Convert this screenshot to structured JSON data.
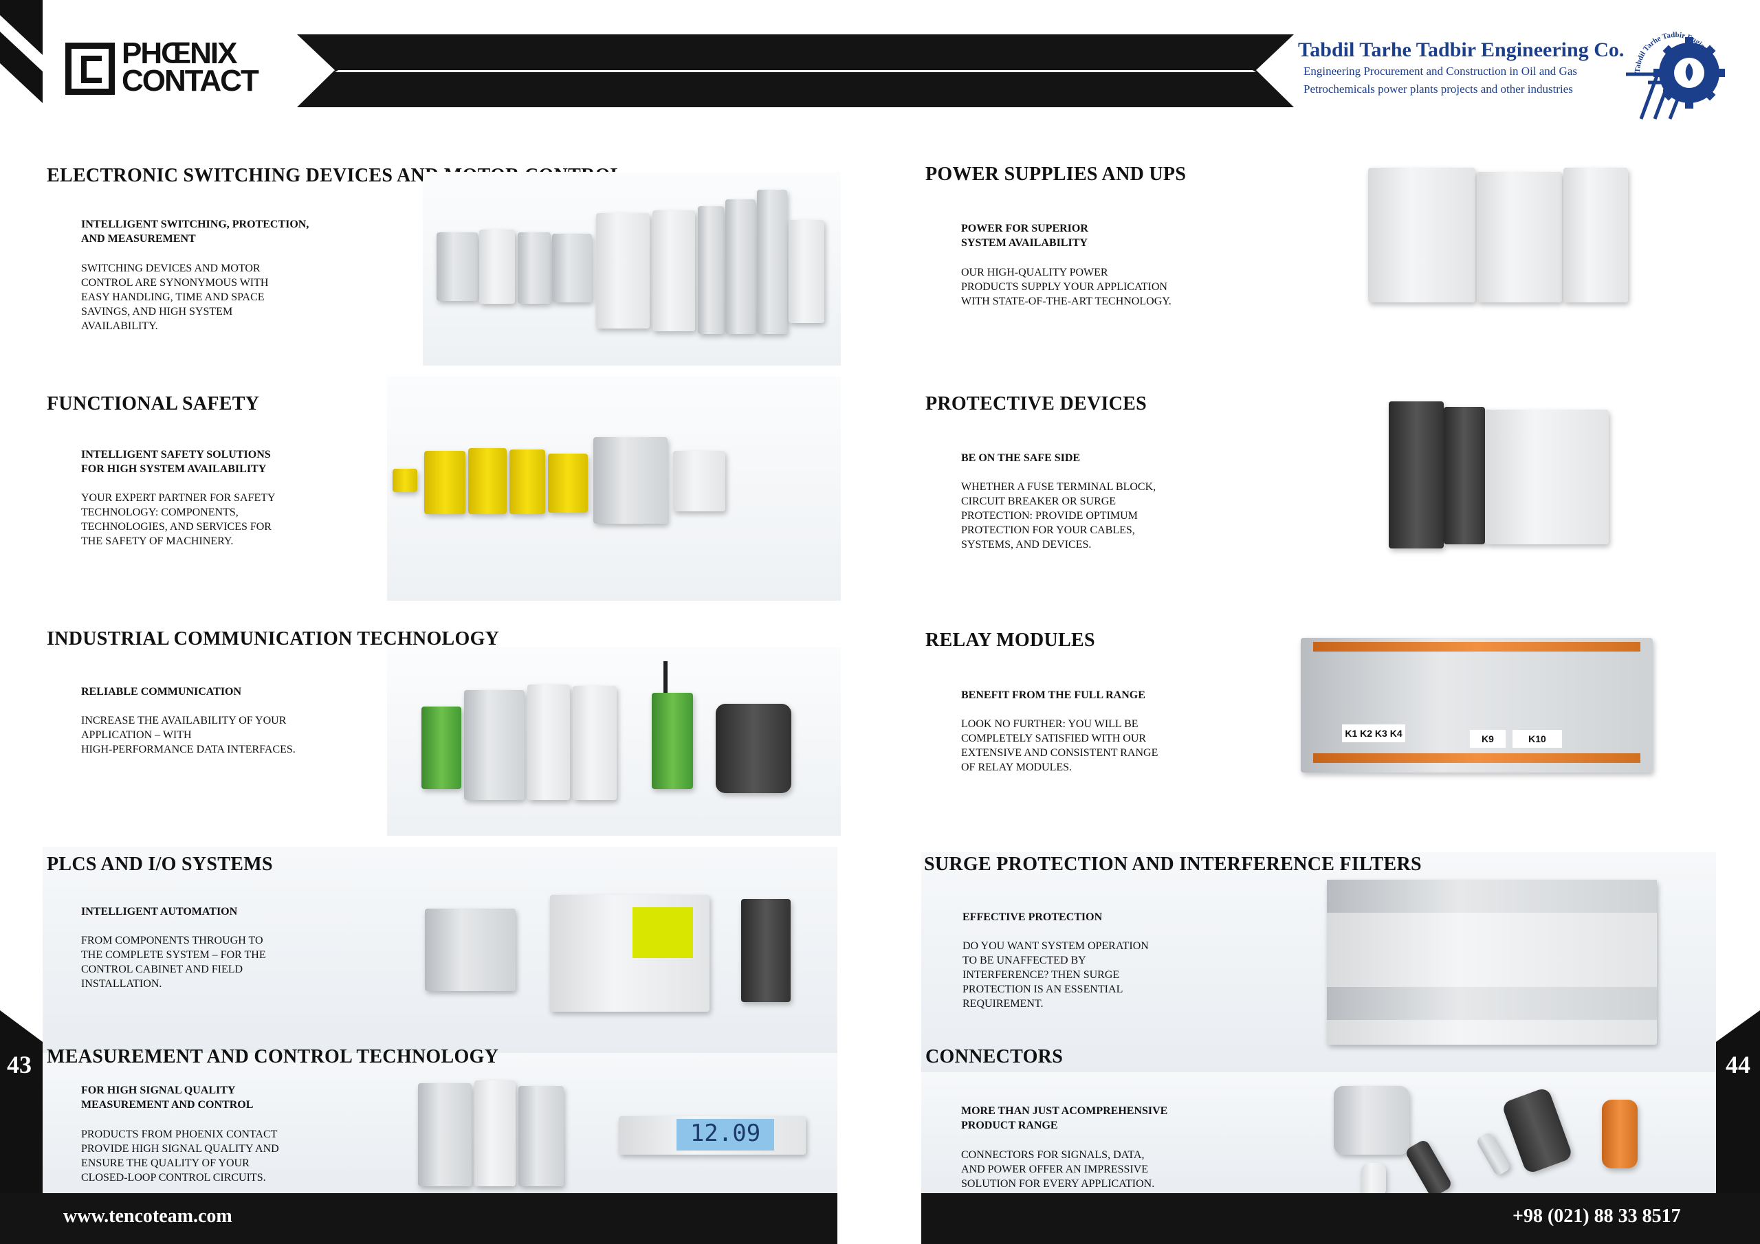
{
  "header": {
    "brand_line1": "PHŒNIX",
    "brand_line2": "CONTACT",
    "company_name": "Tabdil Tarhe Tadbir Engineering Co.",
    "company_line1": "Engineering Procurement and Construction in Oil and Gas",
    "company_line2": "Petrochemicals power plants projects and other industries",
    "emblem_ring_text": "Tabdil Tarhe Tadbir Engineering Co",
    "accent_color": "#1c3f8c"
  },
  "left_sections": [
    {
      "title": "ELECTRONIC SWITCHING DEVICES AND MOTOR CONTROL",
      "subtitle": "INTELLIGENT SWITCHING, PROTECTION,\nAND MEASUREMENT",
      "body": "SWITCHING DEVICES AND MOTOR\nCONTROL ARE SYNONYMOUS WITH\nEASY HANDLING, TIME AND SPACE\nSAVINGS, AND HIGH SYSTEM\nAVAILABILITY."
    },
    {
      "title": "FUNCTIONAL SAFETY",
      "subtitle": "INTELLIGENT SAFETY SOLUTIONS\nFOR HIGH SYSTEM AVAILABILITY",
      "body": "YOUR EXPERT PARTNER FOR SAFETY\nTECHNOLOGY: COMPONENTS,\nTECHNOLOGIES, AND SERVICES FOR\nTHE SAFETY OF MACHINERY."
    },
    {
      "title": "INDUSTRIAL COMMUNICATION TECHNOLOGY",
      "subtitle": "RELIABLE COMMUNICATION",
      "body": "INCREASE THE AVAILABILITY OF YOUR\nAPPLICATION – WITH\nHIGH-PERFORMANCE DATA INTERFACES."
    },
    {
      "title": "PLCS AND I/O SYSTEMS",
      "subtitle": "INTELLIGENT AUTOMATION",
      "body": "FROM COMPONENTS THROUGH TO\nTHE COMPLETE SYSTEM – FOR THE\nCONTROL CABINET AND FIELD\nINSTALLATION."
    },
    {
      "title": "MEASUREMENT AND CONTROL TECHNOLOGY",
      "subtitle": "FOR HIGH SIGNAL QUALITY\nMEASUREMENT AND CONTROL",
      "body": "PRODUCTS FROM PHOENIX CONTACT\nPROVIDE HIGH SIGNAL QUALITY AND\nENSURE THE QUALITY OF YOUR\nCLOSED-LOOP CONTROL CIRCUITS."
    }
  ],
  "right_sections": [
    {
      "title": "POWER SUPPLIES AND UPS",
      "subtitle": "POWER FOR SUPERIOR\nSYSTEM AVAILABILITY",
      "body": "OUR HIGH-QUALITY POWER\nPRODUCTS SUPPLY YOUR APPLICATION\nWITH STATE-OF-THE-ART TECHNOLOGY."
    },
    {
      "title": "PROTECTIVE DEVICES",
      "subtitle": "BE ON THE SAFE SIDE",
      "body": "WHETHER A FUSE TERMINAL BLOCK,\nCIRCUIT BREAKER OR SURGE\nPROTECTION: PROVIDE OPTIMUM\nPROTECTION FOR YOUR CABLES,\nSYSTEMS, AND DEVICES."
    },
    {
      "title": "RELAY MODULES",
      "subtitle": "BENEFIT FROM THE FULL RANGE",
      "body": "LOOK NO FURTHER: YOU WILL BE\nCOMPLETELY SATISFIED WITH OUR\nEXTENSIVE AND CONSISTENT RANGE\nOF RELAY MODULES."
    },
    {
      "title": "SURGE PROTECTION AND INTERFERENCE FILTERS",
      "subtitle": "EFFECTIVE PROTECTION",
      "body": "DO YOU WANT SYSTEM OPERATION\nTO BE UNAFFECTED BY\nINTERFERENCE? THEN SURGE\nPROTECTION IS AN ESSENTIAL\nREQUIREMENT."
    },
    {
      "title": "CONNECTORS",
      "subtitle": "MORE THAN JUST ACOMPREHENSIVE\nPRODUCT RANGE",
      "body": "CONNECTORS FOR SIGNALS, DATA,\nAND POWER OFFER AN IMPRESSIVE\nSOLUTION FOR EVERY APPLICATION."
    }
  ],
  "product_labels": {
    "relay_tags": [
      "K1 K2 K3 K4",
      "K9",
      "K10"
    ],
    "meter_display": "12.09"
  },
  "footer": {
    "website": "www.tencoteam.com",
    "phone": "+98 (021) 88 33 8517",
    "page_left": "43",
    "page_right": "44"
  }
}
